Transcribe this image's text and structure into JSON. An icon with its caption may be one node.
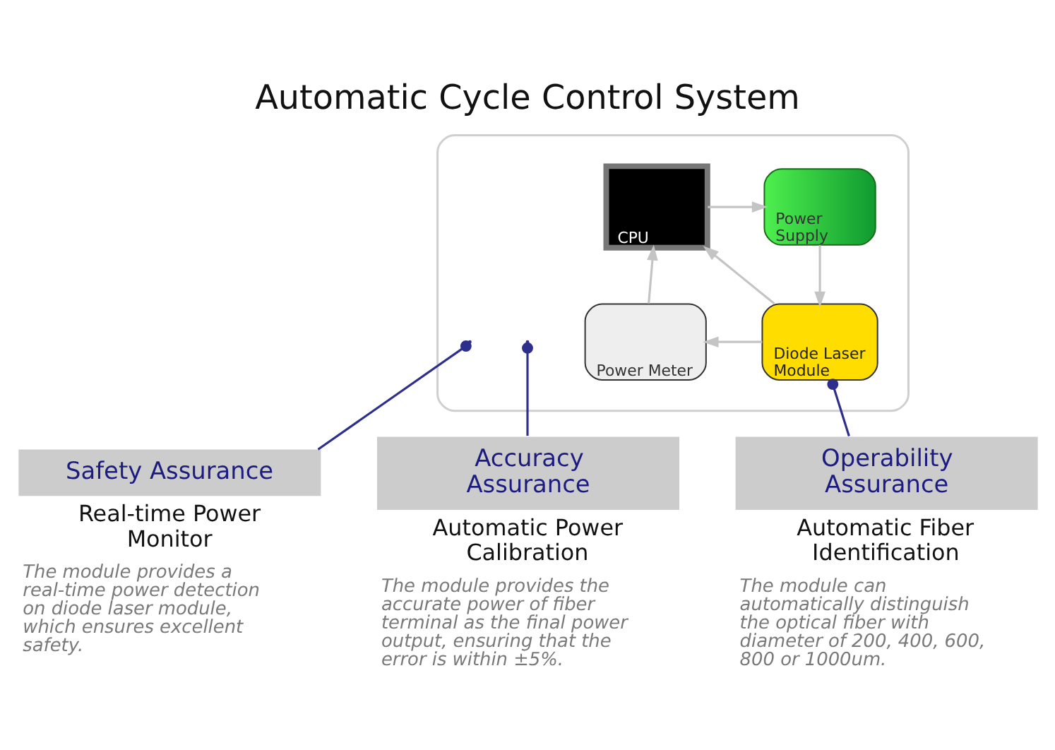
{
  "diagram": {
    "title": "Automatic Cycle Control System",
    "nodes": [
      {
        "text": [],
        "shape": "box"
      },
      {
        "text": [
          "CPU"
        ],
        "in": 0
      },
      {
        "text": [
          "Power Supply"
        ],
        "in": 0
      },
      {
        "text": [
          "Power Meter"
        ],
        "in": 0
      },
      {
        "text": [
          "Diode Laser Module"
        ],
        "in": 0
      },
      {
        "text": [
          "Safety Assurance"
        ],
        "beside": [
          "Real-time Power Monitor",
          "The module provides a real-time power detection on diode laser module, which ensures excellent safety."
        ]
      },
      {
        "text": [
          "Accuracy Assurance"
        ],
        "beside": [
          "Automatic Power Calibration",
          "The module provides the accurate power of fiber terminal as the final power output, ensuring that the error is within ±5%."
        ]
      },
      {
        "text": [
          "Operability Assurance"
        ],
        "beside": [
          "Automatic Fiber Identification",
          "The module can automatically distinguish the optical fiber with diameter of 200, 400, 600, 800 or 1000um."
        ]
      }
    ],
    "edges": [
      {
        "from": 1,
        "to": 2,
        "arrow": "to"
      },
      {
        "from": 4,
        "to": 1,
        "arrow": "to"
      },
      {
        "from": 2,
        "to": 4,
        "arrow": "to"
      },
      {
        "from": 3,
        "to": 1,
        "arrow": "to"
      },
      {
        "from": 4,
        "to": 3,
        "arrow": "to"
      },
      {
        "from": null,
        "to": 5,
        "arrow": "other",
        "color": "#2e2e8c"
      },
      {
        "from": null,
        "to": 6,
        "arrow": "other",
        "color": "#2e2e8c"
      },
      {
        "from": 4,
        "to": 7,
        "arrow": "other",
        "color": "#2e2e8c"
      }
    ]
  }
}
